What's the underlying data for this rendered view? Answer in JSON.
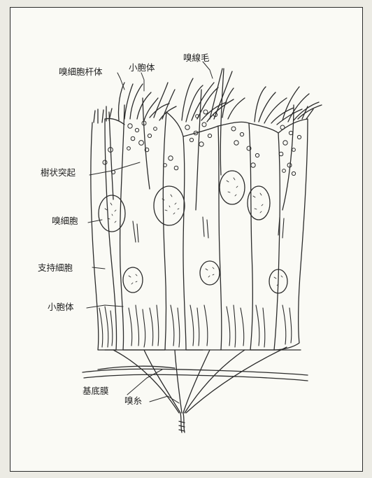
{
  "figure": {
    "labels": {
      "olfactory_rod": "嗅細胞杆体",
      "small_granule_top": "小胞体",
      "olfactory_cilia": "嗅線毛",
      "dendrite": "樹状突起",
      "olfactory_cell": "嗅細胞",
      "supporting_cell": "支持細胞",
      "small_granule_bottom": "小胞体",
      "basement_membrane": "基底膜",
      "olfactory_nerve": "嗅糸"
    },
    "colors": {
      "ink": "#2b2b2b",
      "paper": "#fafaf5",
      "background": "#ecebe4"
    }
  }
}
